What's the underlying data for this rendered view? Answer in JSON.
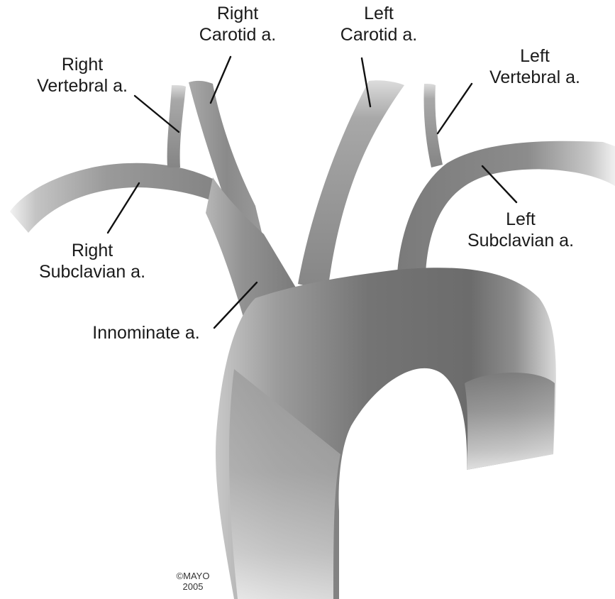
{
  "figure": {
    "labels": {
      "right_carotid": {
        "line1": "Right",
        "line2": "Carotid a."
      },
      "left_carotid": {
        "line1": "Left",
        "line2": "Carotid a."
      },
      "right_vertebral": {
        "line1": "Right",
        "line2": "Vertebral a."
      },
      "left_vertebral": {
        "line1": "Left",
        "line2": "Vertebral a."
      },
      "right_subclavian": {
        "line1": "Right",
        "line2": "Subclavian a."
      },
      "left_subclavian": {
        "line1": "Left",
        "line2": "Subclavian a."
      },
      "innominate": {
        "line1": "Innominate a."
      }
    },
    "credit": {
      "line1": "©MAYO",
      "line2": "2005"
    },
    "colors": {
      "vessel_dark": "#6f6f6f",
      "vessel_mid": "#8f8f8f",
      "vessel_light": "#b8b8b8",
      "vessel_faint": "#e2e2e2",
      "leader_line": "#111111",
      "label_text": "#1a1a1a"
    }
  }
}
